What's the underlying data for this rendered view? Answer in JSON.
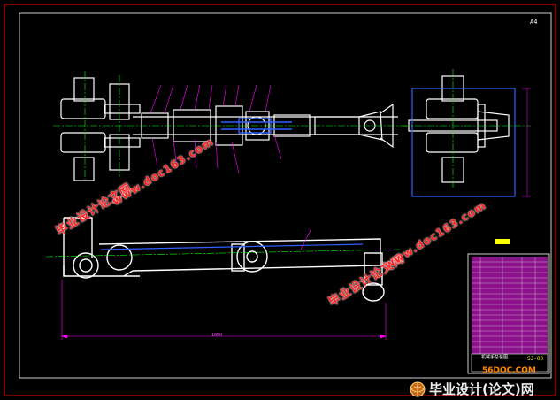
{
  "drawing": {
    "sheet_label": "A4",
    "dimension_main": "1050",
    "title_block_title": "机械手总装图",
    "title_block_code": "SJ-00"
  },
  "watermarks": {
    "cn_text": "毕业设计论文网",
    "url_text": "www.doc163.com"
  },
  "footer": {
    "site_url": "56DOC.COM",
    "logo_text": "毕业设计(论文)网"
  },
  "colors": {
    "background": "#000000",
    "frame": "#ff0000",
    "outline": "#ffffff",
    "centerline": "#00ff00",
    "dimension": "#ff00ff",
    "leader": "#ff00ff",
    "hidden": "#0000ff",
    "title_block": "#ff00ff",
    "watermark": "#ff2020"
  }
}
